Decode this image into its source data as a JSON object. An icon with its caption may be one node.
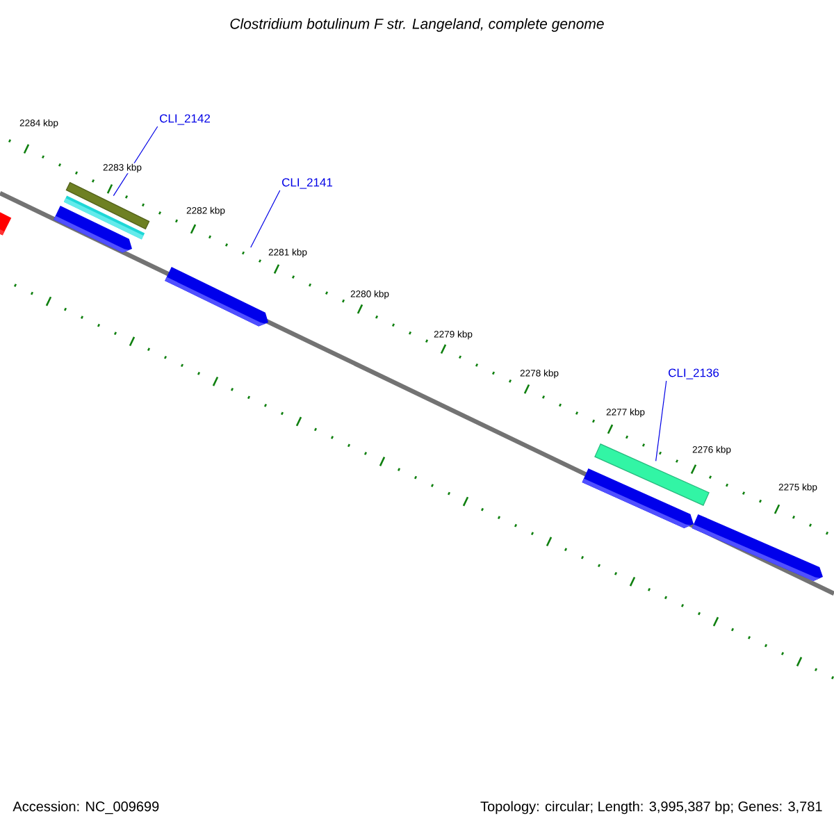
{
  "diagram": {
    "title": "Clostridium botulinum F str. Langeland, complete genome",
    "nodes": [
      {
        "text": [
          "CLI_2142"
        ]
      },
      {
        "text": [],
        "shape": "bar"
      },
      {
        "text": [
          "CLI_2141"
        ]
      },
      {
        "text": [
          "CLI_2136"
        ]
      },
      {
        "text": [],
        "shape": "bar"
      }
    ],
    "edges": [
      {
        "from": 0,
        "to": 1,
        "arrow": "none"
      },
      {
        "from": 2,
        "to": null,
        "arrow": "none"
      },
      {
        "from": 3,
        "to": 4,
        "arrow": "none"
      }
    ],
    "labels": [
      "2284 kbp",
      "2283 kbp",
      "2282 kbp",
      "2281 kbp",
      "2280 kbp",
      "2279 kbp",
      "2278 kbp",
      "2277 kbp",
      "2276 kbp",
      "2275 kbp",
      "Accession: NC_009699",
      "Topology: circular; Length: 3,995,387 bp; Genes: 3,781"
    ]
  }
}
